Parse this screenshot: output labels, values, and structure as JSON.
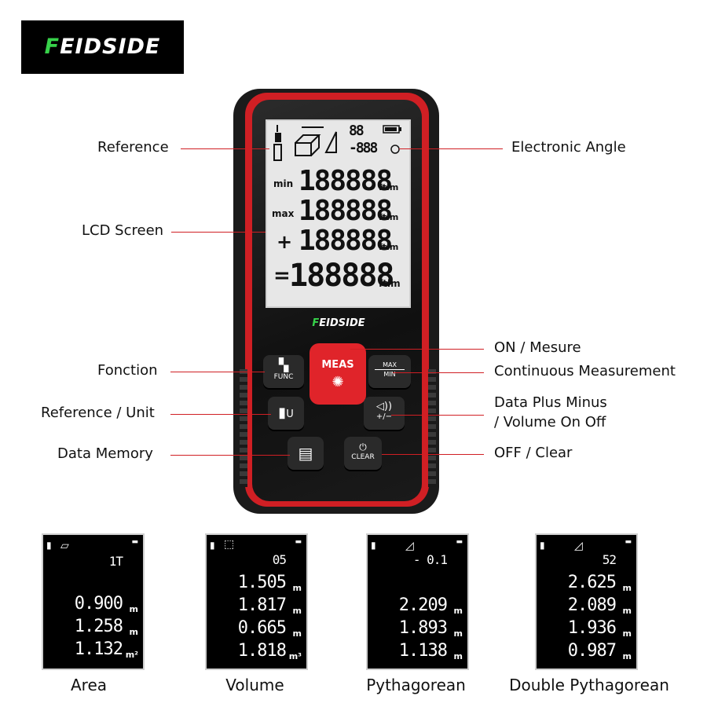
{
  "brand": {
    "logo_first": "F",
    "logo_rest": "EIDSIDE"
  },
  "callouts": {
    "reference": "Reference",
    "lcd_screen": "LCD Screen",
    "fonction": "Fonction",
    "reference_unit": "Reference / Unit",
    "data_memory": "Data Memory",
    "electronic_angle": "Electronic Angle",
    "on_mesure": "ON / Mesure",
    "continuous": "Continuous Measurement",
    "data_plus_minus_1": "Data Plus Minus",
    "data_plus_minus_2": "/ Volume On Off",
    "off_clear": "OFF / Clear"
  },
  "lcd": {
    "top_right": "88",
    "angle": "-888",
    "rows": [
      {
        "label": "min",
        "value": "188888",
        "unit": "ftim"
      },
      {
        "label": "max",
        "value": "188888",
        "unit": "ftim"
      },
      {
        "label": "+",
        "value": "188888",
        "unit": "ftim"
      },
      {
        "label": "=",
        "value": "188888",
        "unit": "ftim"
      }
    ]
  },
  "buttons": {
    "func": "FUNC",
    "meas": "MEAS",
    "max": "MAX",
    "min": "MIN",
    "plus_minus": "+/−",
    "unit": "U",
    "clear": "CLEAR"
  },
  "modes": [
    {
      "label": "Area",
      "top": "1T",
      "rows": [
        "0.900",
        "1.258",
        "1.132"
      ],
      "units": [
        "m",
        "m",
        "m²"
      ]
    },
    {
      "label": "Volume",
      "top": "05",
      "rows": [
        "1.505",
        "1.817",
        "0.665",
        "1.818"
      ],
      "units": [
        "m",
        "m",
        "m",
        "m³"
      ]
    },
    {
      "label": "Pythagorean",
      "top": "- 0.1",
      "rows": [
        "2.209",
        "1.893",
        "1.138"
      ],
      "units": [
        "m",
        "m",
        "m"
      ]
    },
    {
      "label": "Double Pythagorean",
      "top": "52",
      "rows": [
        "2.625",
        "2.089",
        "1.936",
        "0.987"
      ],
      "units": [
        "m",
        "m",
        "m",
        "m"
      ]
    }
  ]
}
